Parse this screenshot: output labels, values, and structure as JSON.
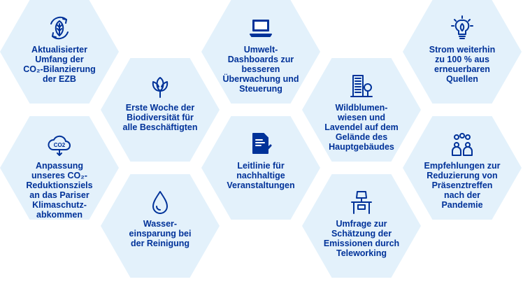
{
  "colors": {
    "hexagon_fill": "#e3f1fb",
    "accent": "#003299",
    "background": "#ffffff"
  },
  "tiles": [
    {
      "id": "scope",
      "icon": "leaf-recycle-icon",
      "label": "Aktualisierter\nUmfang der\nCO₂-Bilanzierung\nder EZB"
    },
    {
      "id": "paris",
      "icon": "co2-cloud-icon",
      "label": "Anpassung\nunseres CO₂-\nReduktionsziels\nan das Pariser\nKlimaschutz-\nabkommen"
    },
    {
      "id": "biodiversity",
      "icon": "tulip-icon",
      "label": "Erste Woche der\nBiodiversität für\nalle Beschäftigten"
    },
    {
      "id": "water",
      "icon": "water-drop-icon",
      "label": "Wasser-\neinsparung bei\nder Reinigung"
    },
    {
      "id": "dashboards",
      "icon": "laptop-icon",
      "label": "Umwelt-\nDashboards zur\nbesseren\nÜberwachung und\nSteuerung"
    },
    {
      "id": "events",
      "icon": "document-checkmark-icon",
      "label": "Leitlinie für\nnachhaltige\nVeranstaltungen"
    },
    {
      "id": "wildflowers",
      "icon": "building-tree-icon",
      "label": "Wildblumen-\nwiesen und\nLavendel auf dem\nGelände des\nHauptgebäudes"
    },
    {
      "id": "teleworking",
      "icon": "desk-lamp-icon",
      "label": "Umfrage zur\nSchätzung der\nEmissionen durch\nTeleworking"
    },
    {
      "id": "electricity",
      "icon": "light-bulb-icon",
      "label": "Strom weiterhin\nzu 100 % aus\nerneuerbaren\nQuellen"
    },
    {
      "id": "meetings",
      "icon": "people-group-icon",
      "label": "Empfehlungen zur\nReduzierung von\nPräsenztreffen\nnach der\nPandemie"
    }
  ]
}
